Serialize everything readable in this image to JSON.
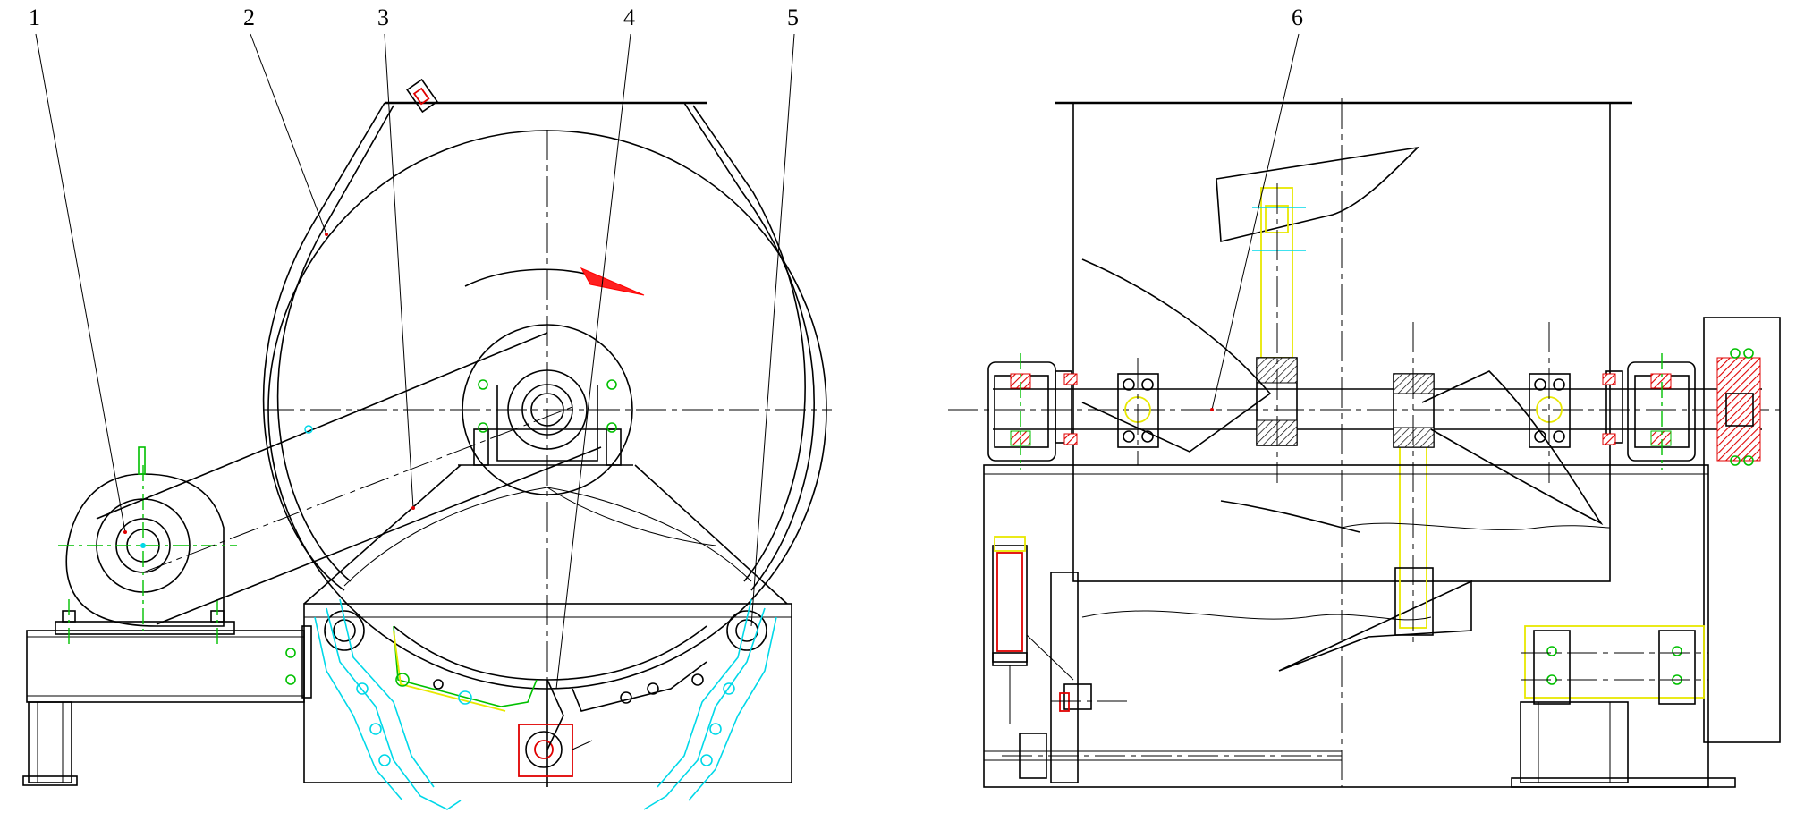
{
  "callouts": [
    {
      "id": "1",
      "label": "1"
    },
    {
      "id": "2",
      "label": "2"
    },
    {
      "id": "3",
      "label": "3"
    },
    {
      "id": "4",
      "label": "4"
    },
    {
      "id": "5",
      "label": "5"
    },
    {
      "id": "6",
      "label": "6"
    }
  ],
  "colors": {
    "outline": "#000000",
    "centerline": "#000000",
    "hydraulic": "#00d8e8",
    "highlight": "#e8e800",
    "section": "#e00000",
    "axis": "#00c000"
  }
}
